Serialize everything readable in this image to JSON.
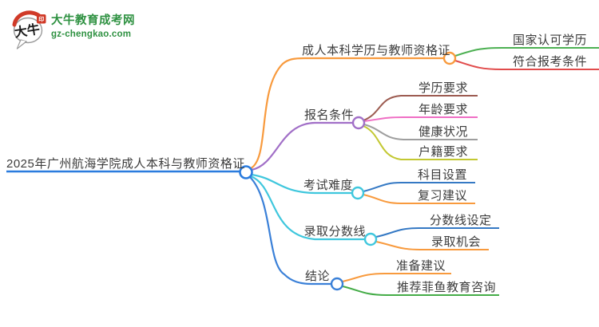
{
  "logo": {
    "icon_text": "大牛",
    "title": "大牛教育成考网",
    "subtitle": "gz-chengkao.com",
    "title_color": "#2E9141",
    "accent_red": "#D03A28"
  },
  "mindmap": {
    "central": {
      "label": "2025年广州航海学院成人本科与教师资格证",
      "color": "#2B7CDE"
    },
    "branches": [
      {
        "label": "成人本科学历与教师资格证",
        "color": "#F89A3D",
        "children": [
          {
            "label": "国家认可学历",
            "color": "#4CB052"
          },
          {
            "label": "符合报考条件",
            "color": "#E14B4B"
          }
        ]
      },
      {
        "label": "报名条件",
        "color": "#A16FC7",
        "children": [
          {
            "label": "学历要求",
            "color": "#9C5B50"
          },
          {
            "label": "年龄要求",
            "color": "#EF6EC4"
          },
          {
            "label": "健康状况",
            "color": "#9E9E9E"
          },
          {
            "label": "户籍要求",
            "color": "#C3C832"
          }
        ]
      },
      {
        "label": "考试难度",
        "color": "#3FC7DD",
        "children": [
          {
            "label": "科目设置",
            "color": "#3579C4"
          },
          {
            "label": "复习建议",
            "color": "#F89A3D"
          }
        ]
      },
      {
        "label": "录取分数线",
        "color": "#3FC7DD",
        "children": [
          {
            "label": "分数线设定",
            "color": "#3579C4"
          },
          {
            "label": "录取机会",
            "color": "#F89A3D"
          }
        ]
      },
      {
        "label": "结论",
        "color": "#3A80D8",
        "children": [
          {
            "label": "准备建议",
            "color": "#F89A3D"
          },
          {
            "label": "推荐菲鱼教育咨询",
            "color": "#44AC47"
          }
        ]
      }
    ]
  }
}
